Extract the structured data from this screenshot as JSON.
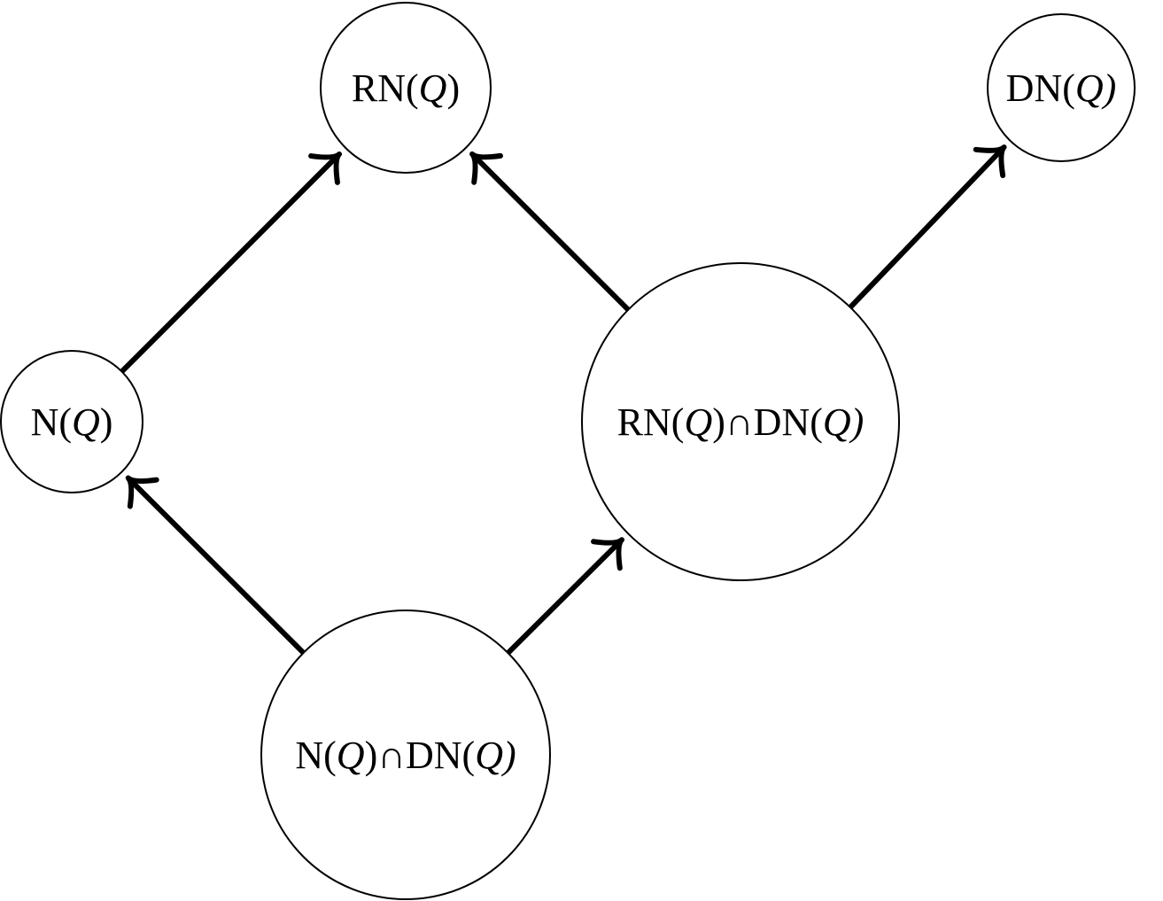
{
  "diagram": {
    "nodes": [
      {
        "id": "rnq",
        "parts": [
          {
            "t": "RN("
          },
          {
            "t": "Q",
            "i": true
          },
          {
            "t": ")"
          }
        ]
      },
      {
        "id": "dnq",
        "parts": [
          {
            "t": "DN("
          },
          {
            "t": "Q",
            "i": true
          },
          {
            "t": ")",
            "i": true
          }
        ]
      },
      {
        "id": "nq",
        "parts": [
          {
            "t": "N("
          },
          {
            "t": "Q",
            "i": true
          },
          {
            "t": ")"
          }
        ]
      },
      {
        "id": "rnq-cap-dnq",
        "parts": [
          {
            "t": "RN("
          },
          {
            "t": "Q",
            "i": true
          },
          {
            "t": ")∩DN("
          },
          {
            "t": "Q",
            "i": true
          },
          {
            "t": ")",
            "i": true
          }
        ]
      },
      {
        "id": "nq-cap-dnq",
        "parts": [
          {
            "t": "N("
          },
          {
            "t": "Q",
            "i": true
          },
          {
            "t": ")∩DN("
          },
          {
            "t": "Q",
            "i": true
          },
          {
            "t": ")",
            "i": true
          }
        ]
      }
    ],
    "edges": [
      {
        "from": "nq",
        "to": "rnq"
      },
      {
        "from": "rnq-cap-dnq",
        "to": "rnq"
      },
      {
        "from": "rnq-cap-dnq",
        "to": "dnq"
      },
      {
        "from": "nq-cap-dnq",
        "to": "nq"
      },
      {
        "from": "nq-cap-dnq",
        "to": "rnq-cap-dnq"
      }
    ],
    "colors": {
      "stroke": "#000000",
      "fill": "#ffffff"
    }
  }
}
